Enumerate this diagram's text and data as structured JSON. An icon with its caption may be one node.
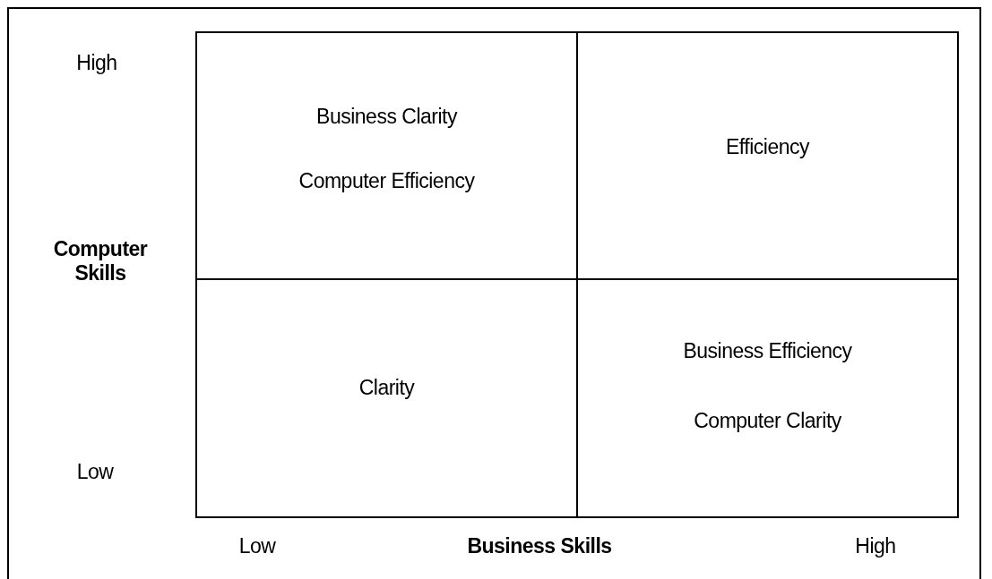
{
  "diagram": {
    "nodes": [
      {
        "text": [
          "Business Clarity",
          "Computer Efficiency"
        ]
      },
      {
        "text": [
          "Efficiency"
        ]
      },
      {
        "text": [
          "Clarity"
        ]
      },
      {
        "text": [
          "Business Efficiency",
          "Computer Clarity"
        ]
      }
    ],
    "edges": [],
    "labels": [
      "High",
      "Computer Skills",
      "Low",
      "Low",
      "Business Skills",
      "High"
    ]
  }
}
